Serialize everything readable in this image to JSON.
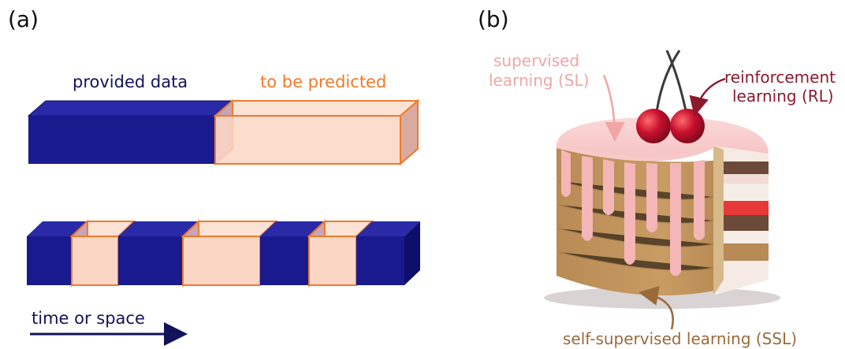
{
  "panel_a": {
    "label": "(a)",
    "provided_label": "provided data",
    "predicted_label": "to be predicted",
    "axis_label": "time or space"
  },
  "panel_b": {
    "label": "(b)",
    "sl_label_line1": "supervised",
    "sl_label_line2": "learning (SL)",
    "rl_label_line1": "reinforcement",
    "rl_label_line2": "learning (RL)",
    "ssl_label": "self-supervised learning (SSL)"
  },
  "colors": {
    "provided": "#1a1a8f",
    "predicted_fill": "#fcd6c4",
    "predicted_edge": "#f07a2a",
    "navy_text": "#13135a",
    "sl_color": "#f0a6a6",
    "rl_color": "#8b1a2e",
    "ssl_color": "#9a6a3a"
  }
}
